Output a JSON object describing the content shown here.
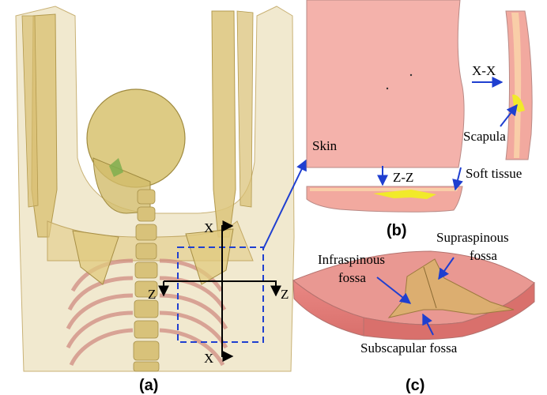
{
  "panels": {
    "a": {
      "caption": "(a)"
    },
    "b": {
      "caption": "(b)"
    },
    "c": {
      "caption": "(c)"
    }
  },
  "section_labels": {
    "x_top": "X",
    "x_bottom": "X",
    "z_left": "Z",
    "z_right": "Z",
    "xx": "X-X",
    "zz": "Z-Z"
  },
  "labels": {
    "skin": "Skin",
    "scapula": "Scapula",
    "soft_tissue": "Soft tissue",
    "supraspinous_1": "Supraspinous",
    "supraspinous_2": "fossa",
    "infraspinous_1": "Infraspinous",
    "infraspinous_2": "fossa",
    "subscapular": "Subscapular fossa"
  },
  "colors": {
    "annotation_blue": "#1f3fd0",
    "skin_pink": "#f0a6a0",
    "bone_yellow": "#e8d060",
    "body_tan": "#e3cf93",
    "section_black": "#000000"
  }
}
